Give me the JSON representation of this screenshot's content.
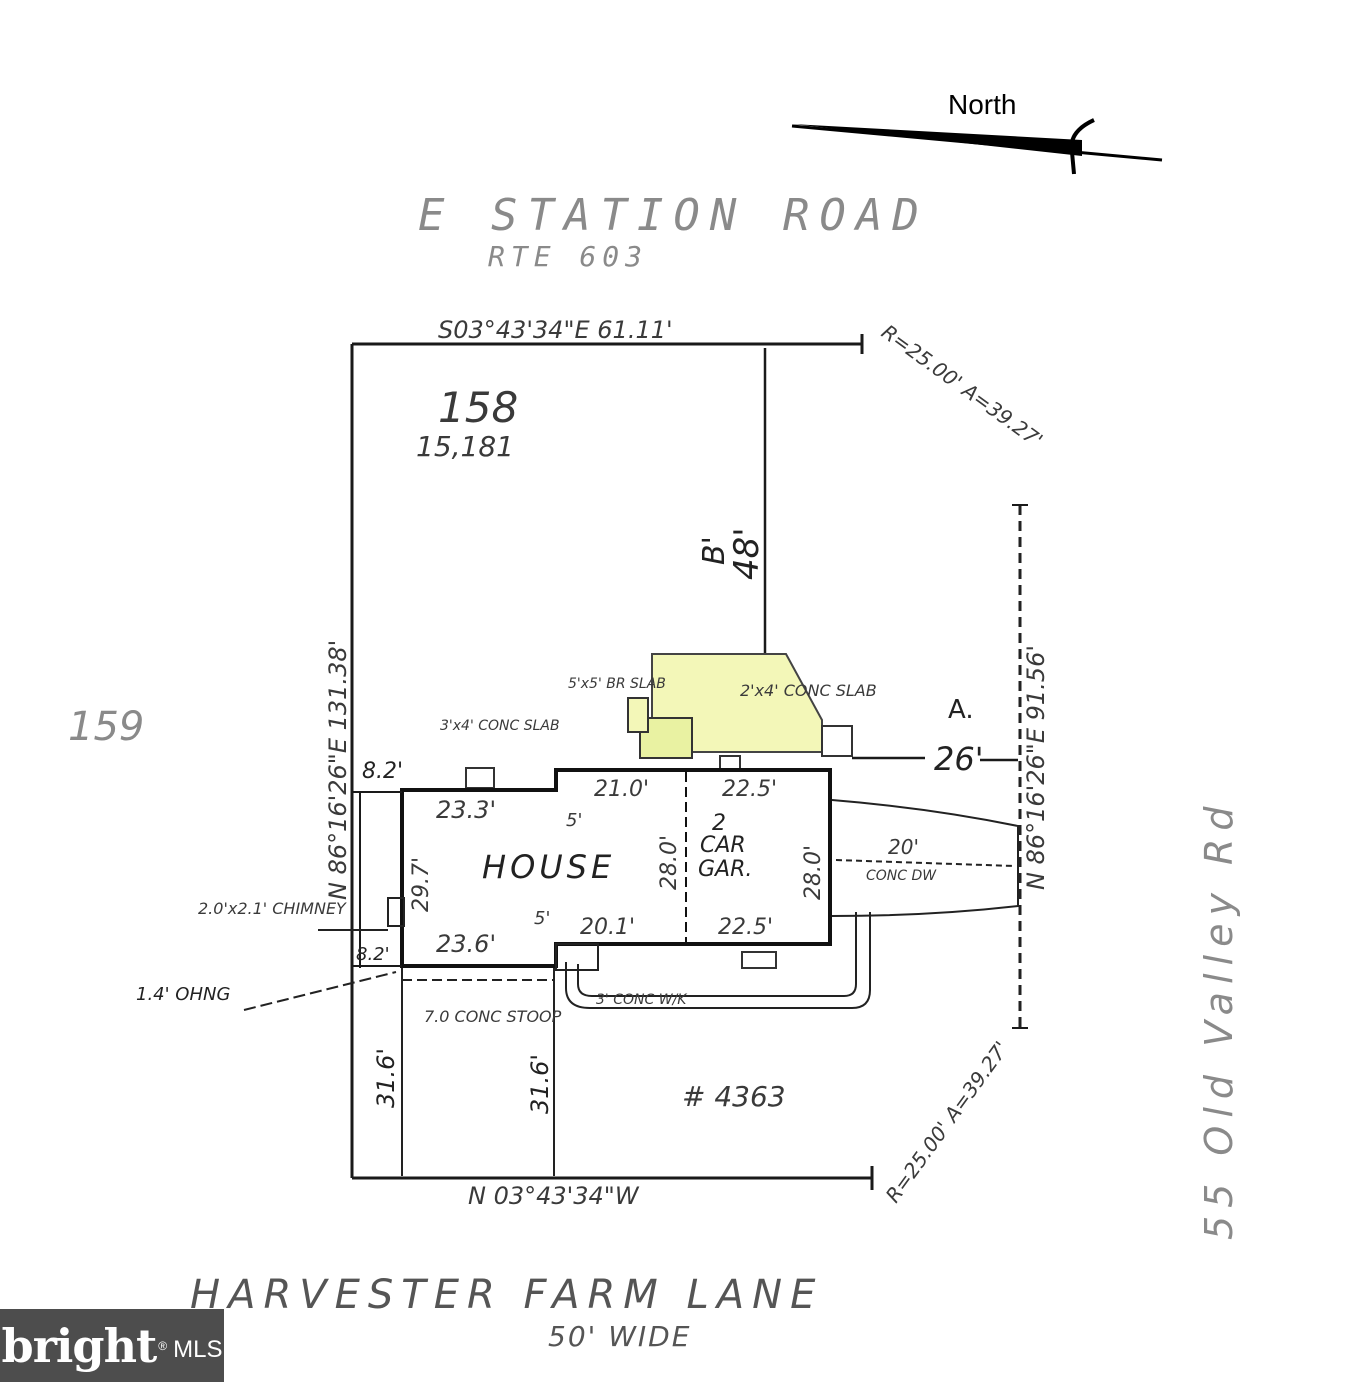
{
  "north": {
    "label": "North"
  },
  "roads": {
    "top_name": "E STATION ROAD",
    "top_route": "RTE 603",
    "bottom_name": "HARVESTER FARM LANE",
    "bottom_width": "50' WIDE",
    "right_name": "55 Old Valley Rd"
  },
  "lot": {
    "number": "158",
    "area": "15,181",
    "address": "# 4363",
    "neighbor_lot": "159",
    "top_bearing": "S03°43'34\"E 61.11'",
    "left_bearing": "N 86°16'26\"E 131.38'",
    "bottom_bearing": "N 03°43'34\"W",
    "right_bearing": "N 86°16'26\"E 91.56'",
    "top_right_curve": "R=25.00' A=39.27'",
    "bottom_right_curve": "R=25.00' A=39.27'"
  },
  "building": {
    "house_label": "HOUSE",
    "garage_label_1": "2",
    "garage_label_2": "CAR",
    "garage_label_3": "GAR.",
    "dims": {
      "house_top": "23.3'",
      "house_top_2": "21.0'",
      "garage_top": "22.5'",
      "house_bottom": "23.6'",
      "house_bottom_2": "20.1'",
      "garage_bottom": "22.5'",
      "house_left": "29.7'",
      "house_mid": "28.0'",
      "garage_right": "28.0'",
      "step_top": "5'",
      "step_bottom": "5'"
    }
  },
  "features": {
    "setback_left_top": "8.2'",
    "setback_left_bottom": "8.2'",
    "rear_setback": "48'",
    "rear_setback_label": "B'",
    "side_setback": "26'",
    "side_label": "A.",
    "driveway_width": "20'",
    "driveway_label": "CONC DW",
    "slab_left": "3'x4' CONC SLAB",
    "slab_left_2": "5'x5' BR SLAB",
    "slab_right": "2'x4' CONC SLAB",
    "chimney": "2.0'x2.1' CHIMNEY",
    "overhang": "1.4' OHNG",
    "stoop": "7.0 CONC STOOP",
    "stoop_dim_left": "31.6'",
    "stoop_dim_right": "31.6'",
    "walk": "3' CONC W/K"
  },
  "brand": {
    "word": "bright",
    "suffix": "MLS",
    "mark": "®"
  }
}
